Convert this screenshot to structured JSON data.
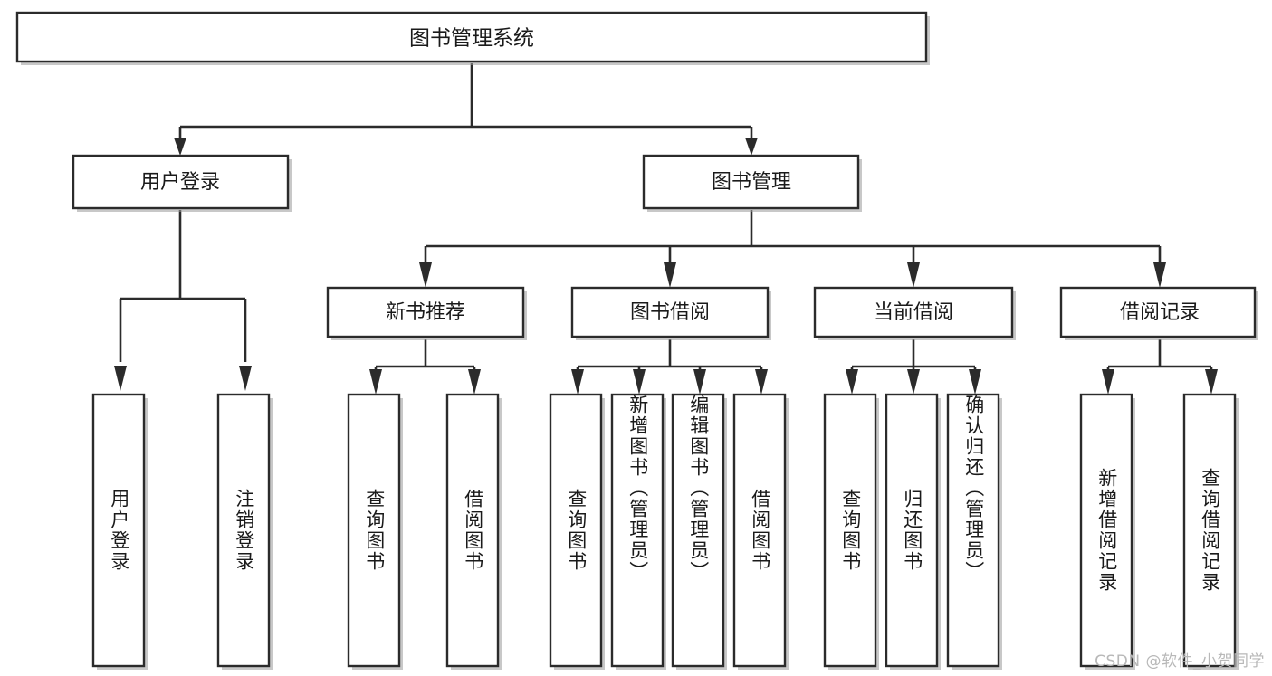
{
  "diagram": {
    "title": "图书管理系统",
    "type": "tree",
    "watermark": "CSDN @软件_小贺同学",
    "colors": {
      "stroke": "#2b2b2b",
      "fill": "#ffffff",
      "shadow": "#9a9a9a",
      "text": "#1a1a1a",
      "watermark": "#b8b8b8"
    },
    "levels": {
      "root": {
        "label": "图书管理系统"
      },
      "level2": [
        {
          "id": "user-login",
          "label": "用户登录"
        },
        {
          "id": "book-manage",
          "label": "图书管理"
        }
      ],
      "level3": [
        {
          "id": "new-book-recommend",
          "label": "新书推荐"
        },
        {
          "id": "book-borrow",
          "label": "图书借阅"
        },
        {
          "id": "current-borrow",
          "label": "当前借阅"
        },
        {
          "id": "borrow-record",
          "label": "借阅记录"
        }
      ],
      "leaves": [
        {
          "id": "leaf-user-login",
          "label": "用户登录",
          "parent": "user-login"
        },
        {
          "id": "leaf-logout",
          "label": "注销登录",
          "parent": "user-login"
        },
        {
          "id": "leaf-query-book-1",
          "label": "查询图书",
          "parent": "new-book-recommend"
        },
        {
          "id": "leaf-borrow-book-1",
          "label": "借阅图书",
          "parent": "new-book-recommend"
        },
        {
          "id": "leaf-query-book-2",
          "label": "查询图书",
          "parent": "book-borrow"
        },
        {
          "id": "leaf-add-book",
          "label": "新增图书（管理员）",
          "parent": "book-borrow"
        },
        {
          "id": "leaf-edit-book",
          "label": "编辑图书（管理员）",
          "parent": "book-borrow"
        },
        {
          "id": "leaf-borrow-book-2",
          "label": "借阅图书",
          "parent": "book-borrow"
        },
        {
          "id": "leaf-query-book-3",
          "label": "查询图书",
          "parent": "current-borrow"
        },
        {
          "id": "leaf-return-book",
          "label": "归还图书",
          "parent": "current-borrow"
        },
        {
          "id": "leaf-confirm-return",
          "label": "确认归还（管理员）",
          "parent": "current-borrow"
        },
        {
          "id": "leaf-add-record",
          "label": "新增借阅记录",
          "parent": "borrow-record"
        },
        {
          "id": "leaf-query-record",
          "label": "查询借阅记录",
          "parent": "borrow-record"
        }
      ]
    }
  }
}
